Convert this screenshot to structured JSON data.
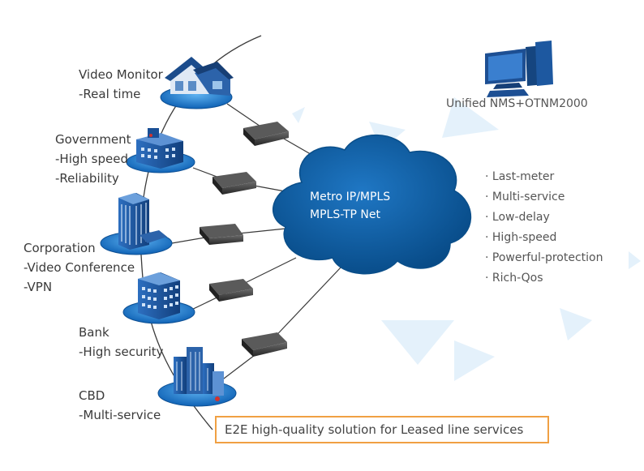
{
  "cloud": {
    "line1": "Metro IP/MPLS",
    "line2": "MPLS-TP Net"
  },
  "nms": {
    "label": "Unified NMS+OTNM2000",
    "icon": "desktop-computer-icon"
  },
  "sites": [
    {
      "id": "video-monitor",
      "icon": "house-icon",
      "lines": [
        "Video Monitor",
        "-Real time"
      ]
    },
    {
      "id": "government",
      "icon": "government-building-icon",
      "lines": [
        "Government",
        "-High speed",
        "-Reliability"
      ]
    },
    {
      "id": "corporation",
      "icon": "office-tower-icon",
      "lines": [
        "Corporation",
        "-Video Conference",
        "-VPN"
      ]
    },
    {
      "id": "bank",
      "icon": "bank-building-icon",
      "lines": [
        "Bank",
        "-High security"
      ]
    },
    {
      "id": "cbd",
      "icon": "city-skyline-icon",
      "lines": [
        "CBD",
        "-Multi-service"
      ]
    }
  ],
  "features": [
    "· Last-meter",
    "· Multi-service",
    "· Low-delay",
    "· High-speed",
    "· Powerful-protection",
    "· Rich-Qos"
  ],
  "banner": "E2E high-quality solution for Leased line services",
  "colors": {
    "cloud": "#0a5a9c",
    "site_disc": "#1f7bd0",
    "banner_border": "#f0a043",
    "building": "#1a4f95",
    "device": "#3a3a3a"
  }
}
